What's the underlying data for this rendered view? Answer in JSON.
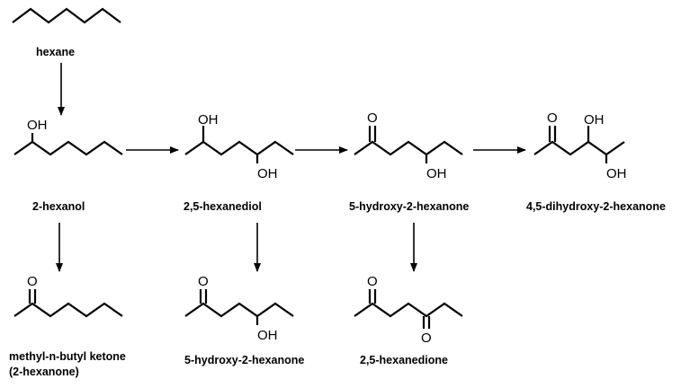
{
  "compounds": {
    "hexane": "hexane",
    "hexanol": "2-hexanol",
    "hexanediol": "2,5-hexanediol",
    "hydroxyhexanone_top": "5-hydroxy-2-hexanone",
    "dihydroxyhexanone": "4,5-dihydroxy-2-hexanone",
    "mbk_line1": "methyl-n-butyl ketone",
    "mbk_line2": "(2-hexanone)",
    "hydroxyhexanone_bottom": "5-hydroxy-2-hexanone",
    "hexanedione": "2,5-hexanedione"
  },
  "atoms": {
    "oh": "OH",
    "o": "O"
  }
}
